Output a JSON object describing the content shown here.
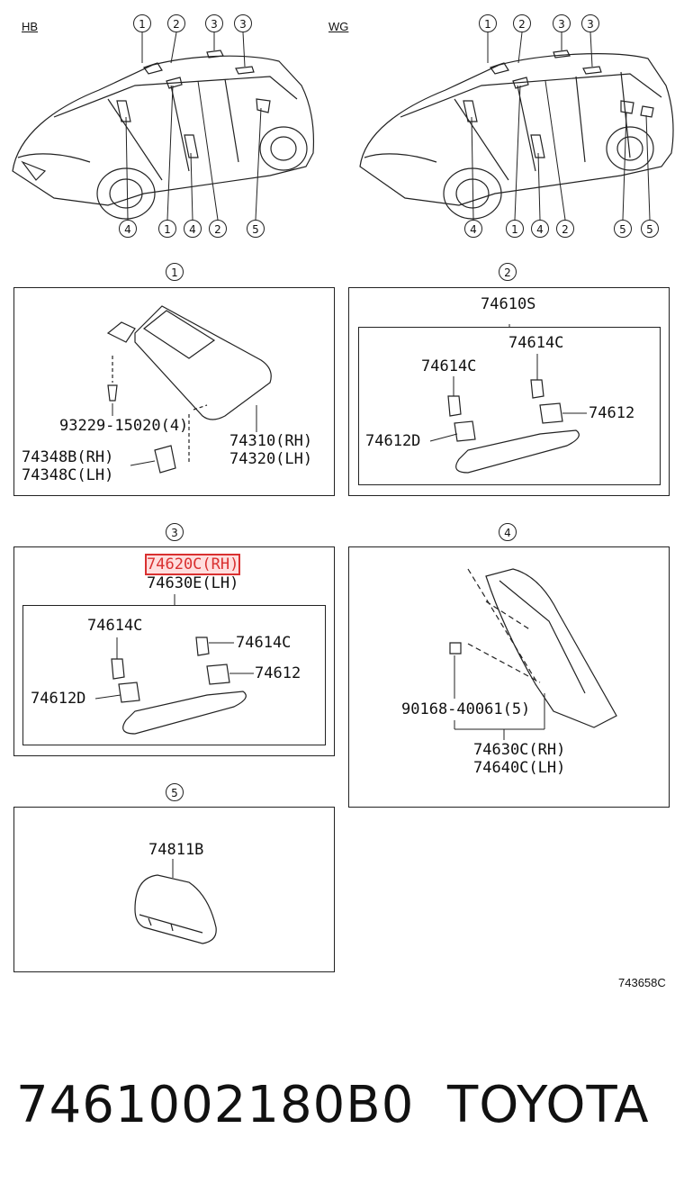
{
  "variants": {
    "hb": "HB",
    "wg": "WG"
  },
  "overview": {
    "hb_callouts_top": [
      "1",
      "2",
      "3",
      "3"
    ],
    "hb_callouts_bottom": [
      "4",
      "1",
      "4",
      "2",
      "5"
    ],
    "wg_callouts_top": [
      "1",
      "2",
      "3",
      "3"
    ],
    "wg_callouts_bottom": [
      "4",
      "1",
      "4",
      "2",
      "5",
      "5"
    ]
  },
  "panels": {
    "p1": {
      "num": "1",
      "screw": "93229-15020(4)",
      "holder": [
        "74348B(RH)",
        "74348C(LH)"
      ],
      "visor": [
        "74310(RH)",
        "74320(LH)"
      ]
    },
    "p2": {
      "num": "2",
      "assembly": "74610S",
      "clip_a": "74614C",
      "clip_b": "74614C",
      "cap_r": "74612",
      "cap_l": "74612D"
    },
    "p3": {
      "num": "3",
      "grip_rh": "74620C(RH)",
      "grip_lh": "74630E(LH)",
      "clip_a": "74614C",
      "clip_b": "74614C",
      "cap_r": "74612",
      "cap_l": "74612D"
    },
    "p4": {
      "num": "4",
      "clip": "90168-40061(5)",
      "trim": [
        "74630C(RH)",
        "74640C(LH)"
      ]
    },
    "p5": {
      "num": "5",
      "cover": "74811B"
    }
  },
  "figure_code": "743658C",
  "part_number": "7461002180B0",
  "brand": "TOYOTA"
}
